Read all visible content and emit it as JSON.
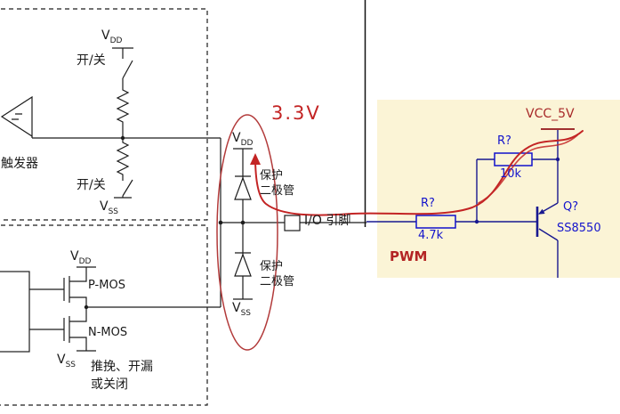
{
  "diagram": {
    "sym": {
      "v": "V",
      "dd": "DD",
      "ss": "SS"
    },
    "input_stage": {
      "switch1": "开/关",
      "switch2": "开/关",
      "trigger": "触发器"
    },
    "pin": {
      "protect1_l1": "保护",
      "protect1_l2": "二极管",
      "protect2_l1": "保护",
      "protect2_l2": "二极管",
      "io": "I/O 引脚",
      "voltage": "3.3V"
    },
    "output_stage": {
      "pmos": "P-MOS",
      "nmos": "N-MOS",
      "mode1": "推挽、开漏",
      "mode2": "或关闭"
    },
    "driver": {
      "vcc": "VCC_5V",
      "r1_ref": "R?",
      "r1_val": "10k",
      "r2_ref": "R?",
      "r2_val": "4.7k",
      "q_ref": "Q?",
      "q_val": "SS8550",
      "pwm": "PWM"
    },
    "colors": {
      "annotation_red": "#c32424",
      "schematic_blue": "#1414cc",
      "wire_blue": "#181890",
      "cream_background": "#fbf4d6",
      "line_black": "#1c1c1c"
    }
  }
}
